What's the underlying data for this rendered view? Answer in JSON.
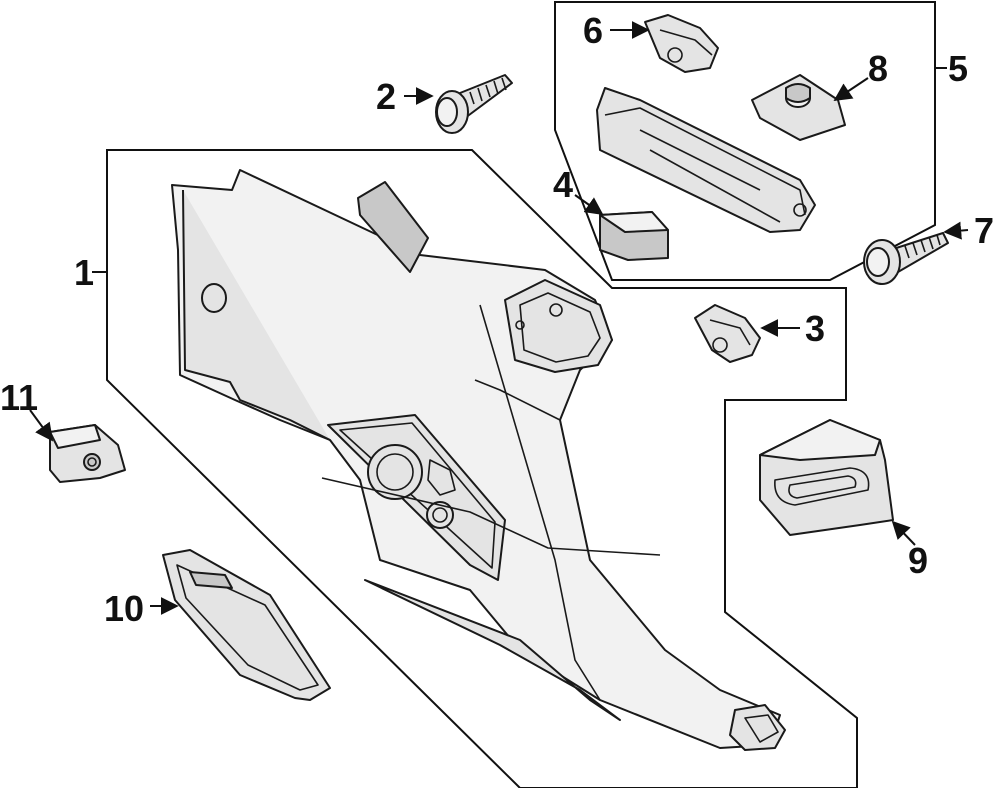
{
  "diagram": {
    "callouts": {
      "c1": "1",
      "c2": "2",
      "c3": "3",
      "c4": "4",
      "c5": "5",
      "c6": "6",
      "c7": "7",
      "c8": "8",
      "c9": "9",
      "c10": "10",
      "c11": "11"
    },
    "colors": {
      "line": "#1a1a1a",
      "part_fill": "#e4e4e4",
      "background": "#ffffff"
    }
  }
}
